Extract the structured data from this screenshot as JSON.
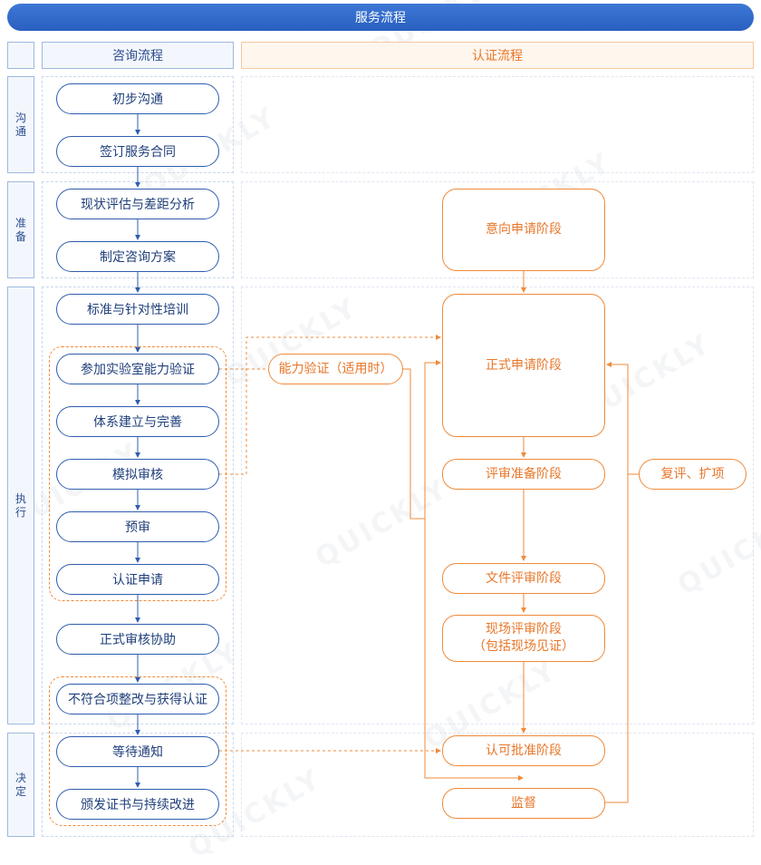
{
  "banner": {
    "title": "服务流程"
  },
  "columns": {
    "consult": "咨询流程",
    "certify": "认证流程"
  },
  "phases": {
    "communicate": "沟通",
    "prepare": "准备",
    "execute": "执行",
    "decide": "决定"
  },
  "consult_steps": {
    "s1": "初步沟通",
    "s2": "签订服务合同",
    "s3": "现状评估与差距分析",
    "s4": "制定咨询方案",
    "s5": "标准与针对性培训",
    "s6": "参加实验室能力验证",
    "s7": "体系建立与完善",
    "s8": "模拟审核",
    "s9": "预审",
    "s10": "认证申请",
    "s11": "正式审核协助",
    "s12": "不符合项整改与获得认证",
    "s13": "等待通知",
    "s14": "颁发证书与持续改进"
  },
  "cert_steps": {
    "intent": "意向申请阶段",
    "formal": "正式申请阶段",
    "prep": "评审准备阶段",
    "doc": "文件评审阶段",
    "onsite_line1": "现场评审阶段",
    "onsite_line2": "（包括现场见证）",
    "approve": "认可批准阶段",
    "supervise": "监督"
  },
  "side_labels": {
    "proficiency": "能力验证（适用时）",
    "review_expand": "复评、扩项"
  },
  "watermark": "QUICKLY",
  "colors": {
    "blue": "#2f5dae",
    "orange": "#f08a3a",
    "banner": "#2f64c4"
  }
}
